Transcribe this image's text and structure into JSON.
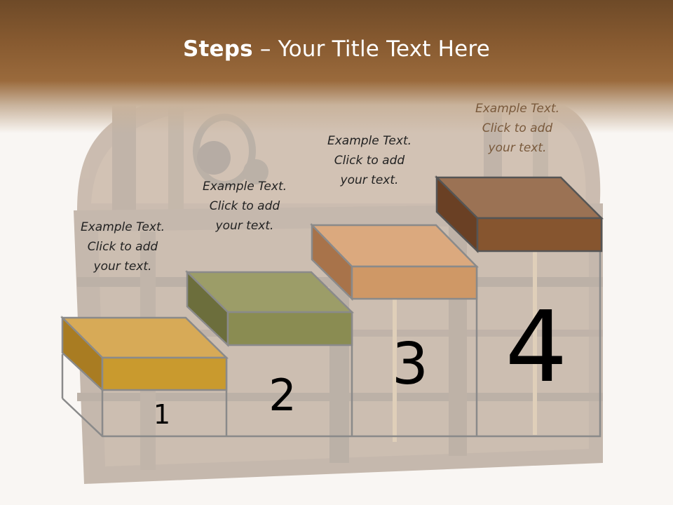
{
  "slide": {
    "title_bold": "Steps",
    "title_rest": " – Your Title Text Here"
  },
  "steps": [
    {
      "number": "1",
      "caption": [
        "Example Text.",
        "Click  to add",
        "your text."
      ],
      "color": "#c99a2e"
    },
    {
      "number": "2",
      "caption": [
        "Example Text.",
        "Click  to add",
        "your text."
      ],
      "color": "#8a8c52"
    },
    {
      "number": "3",
      "caption": [
        "Example Text.",
        "Click  to add",
        "your text."
      ],
      "color": "#cf9866"
    },
    {
      "number": "4",
      "caption": [
        "Example Text.",
        "Click  to add",
        "your text."
      ],
      "color": "#86552f"
    }
  ]
}
